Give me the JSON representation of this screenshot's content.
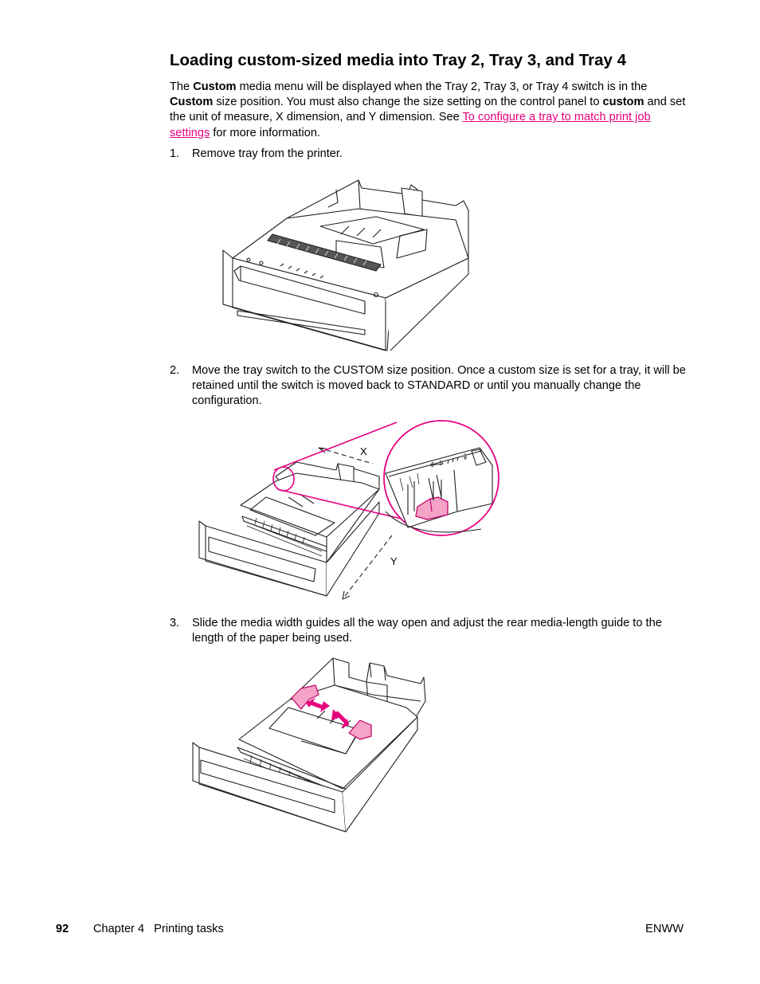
{
  "title": "Loading custom-sized media into Tray 2, Tray 3, and Tray 4",
  "intro": {
    "t1": "The ",
    "b1": "Custom",
    "t2": " media menu will be displayed when the Tray 2, Tray 3, or Tray 4 switch is in the ",
    "b2": "Custom",
    "t3": " size position. You must also change the size setting on the control panel to ",
    "b3": "custom",
    "t4": " and set the unit of measure, X dimension, and Y dimension. See ",
    "link": "To configure a tray to match print job settings",
    "t5": " for more information."
  },
  "steps": [
    {
      "num": "1.",
      "text": "Remove tray from the printer."
    },
    {
      "num": "2.",
      "text": "Move the tray switch to the CUSTOM size position. Once a custom size is set for a tray, it will be retained until the switch is moved back to STANDARD or until you manually change the configuration."
    },
    {
      "num": "3.",
      "text": "Slide the media width guides all the way open and adjust the rear media-length guide to the length of the paper being used."
    }
  ],
  "figure2": {
    "x_label": "X",
    "y_label": "Y"
  },
  "footer": {
    "page_number": "92",
    "chapter": "Chapter 4   Printing tasks",
    "right": "ENWW"
  },
  "colors": {
    "accent": "#e6007e",
    "highlight_fill": "#f5a3c7"
  }
}
